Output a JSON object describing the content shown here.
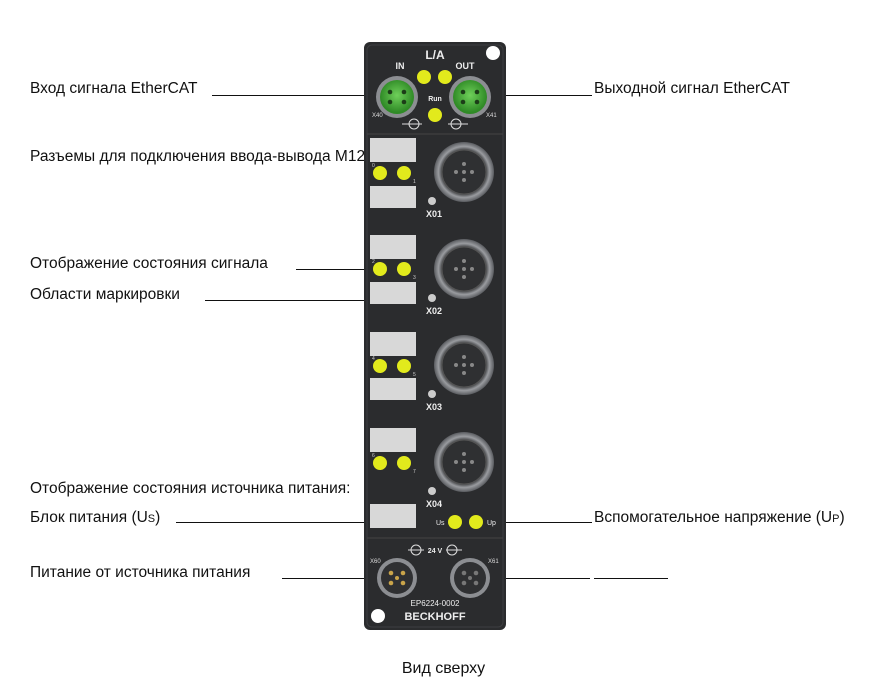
{
  "labels": {
    "ethercat_in": "Вход сигнала EtherCAT",
    "ethercat_out": "Выходной сигнал EtherCAT",
    "m12_connectors": "Разъемы для подключения ввода-вывода M12",
    "signal_status": "Отображение состояния сигнала",
    "marking_areas": "Области маркировки",
    "power_status": "Отображение состояния источника питания:",
    "power_supply_prefix": "Блок питания (U",
    "power_supply_sub": "S",
    "power_supply_suffix": ")",
    "aux_voltage_prefix": "Вспомогательное напряжение (U",
    "aux_voltage_sub": "P",
    "aux_voltage_suffix": ")",
    "power_feed": "Питание от источника питания"
  },
  "caption": "Вид сверху",
  "device": {
    "top_led_label": "L/A",
    "in_label": "IN",
    "out_label": "OUT",
    "run_label": "Run",
    "x40": "X40",
    "x41": "X41",
    "ports": [
      "X01",
      "X02",
      "X03",
      "X04"
    ],
    "pin_numbers": [
      [
        "0",
        "1"
      ],
      [
        "2",
        "3"
      ],
      [
        "4",
        "5"
      ],
      [
        "6",
        "7"
      ]
    ],
    "us_label": "Us",
    "up_label": "Up",
    "v24_label": "24 V",
    "x60": "X60",
    "x61": "X61",
    "model": "EP6224-0002",
    "brand": "BECKHOFF"
  },
  "colors": {
    "body": "#2b2c2e",
    "led": "#e2ea1c",
    "ethernet_green": "#4caf3a",
    "label_field": "#d8d8d8"
  }
}
